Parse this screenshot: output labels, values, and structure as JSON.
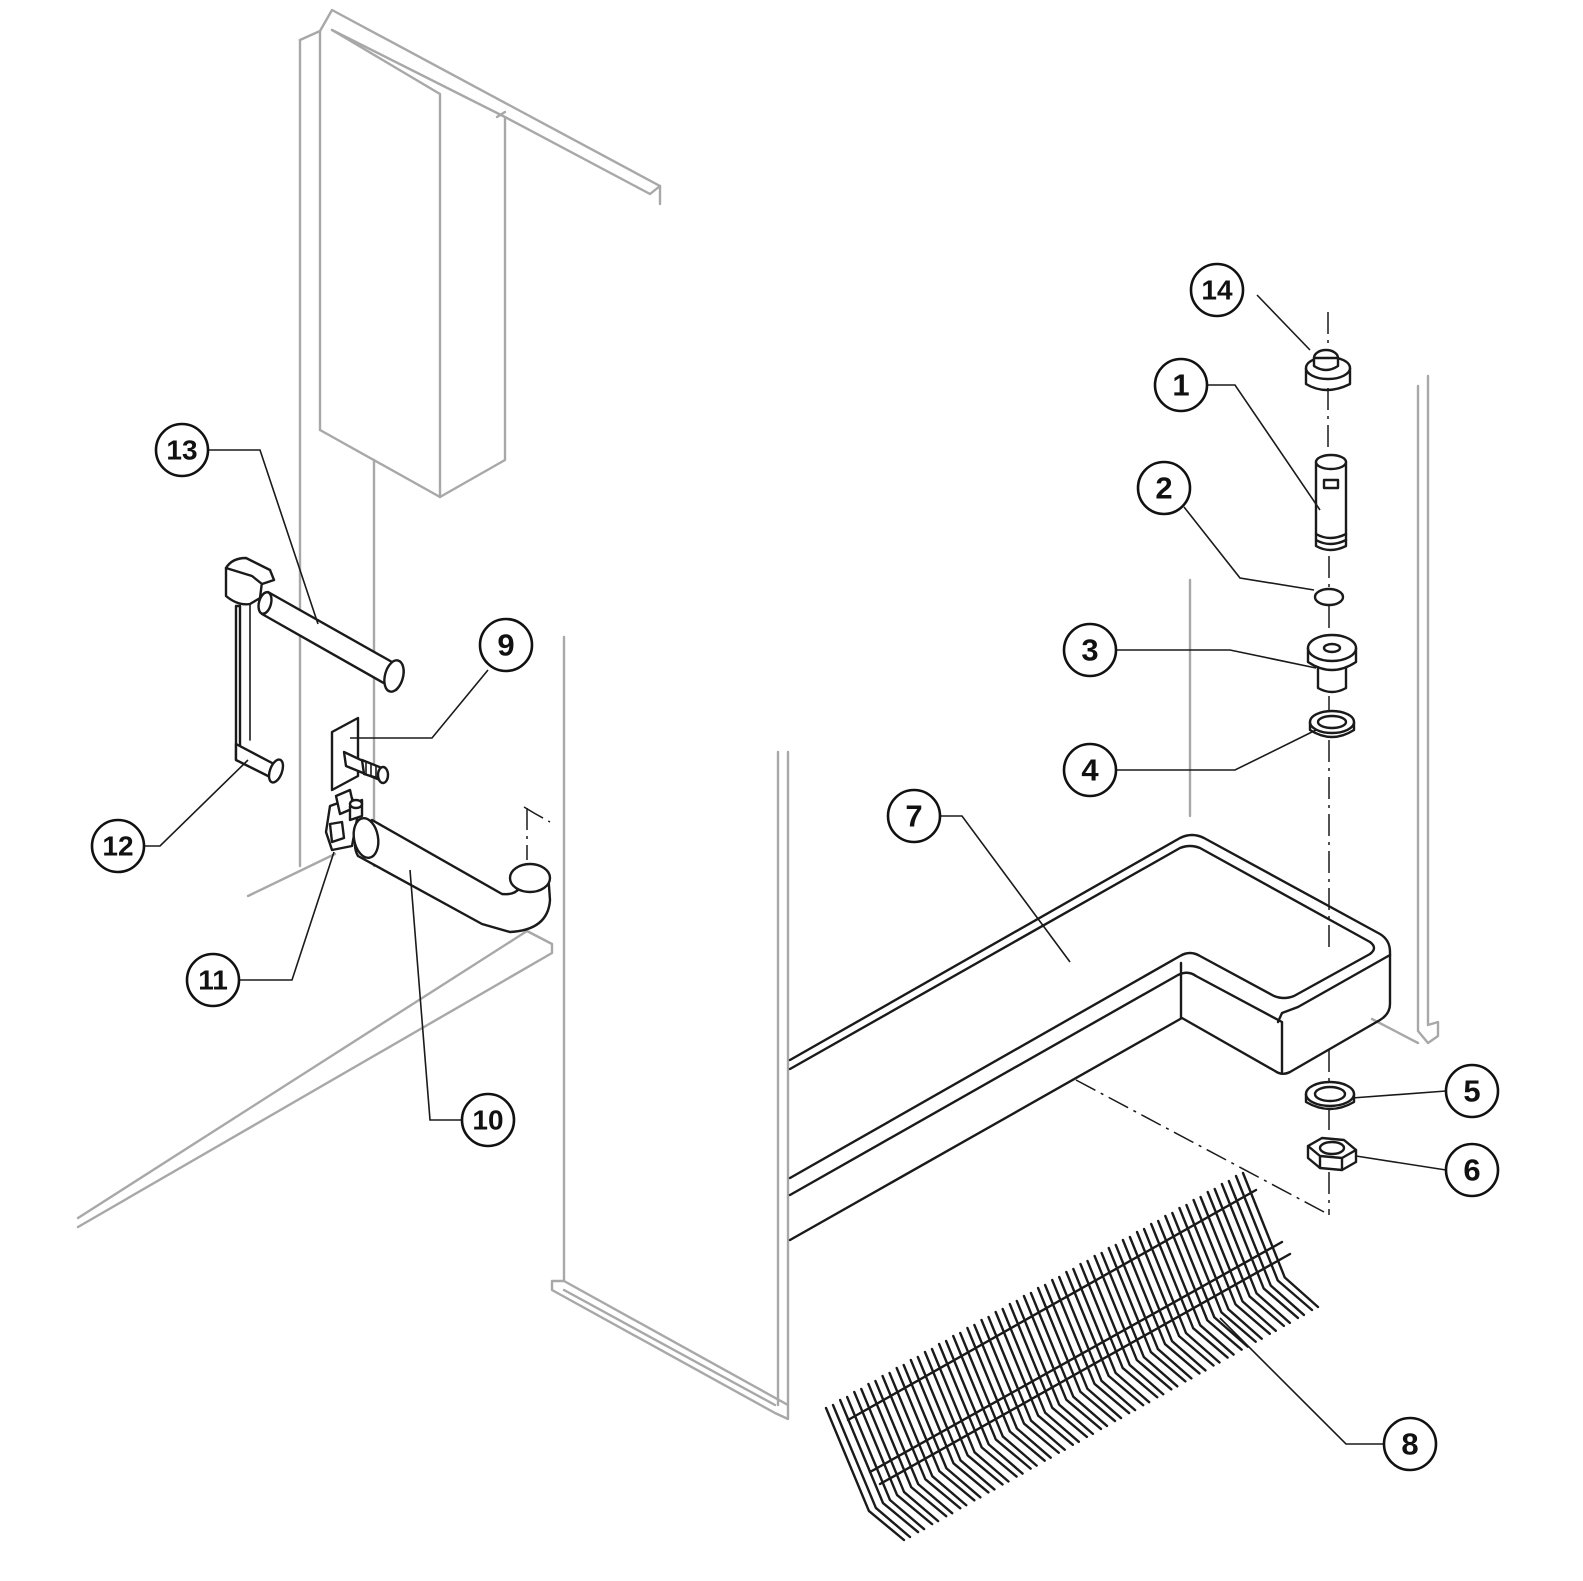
{
  "callouts": [
    {
      "id": "1",
      "label": "1"
    },
    {
      "id": "2",
      "label": "2"
    },
    {
      "id": "3",
      "label": "3"
    },
    {
      "id": "4",
      "label": "4"
    },
    {
      "id": "5",
      "label": "5"
    },
    {
      "id": "6",
      "label": "6"
    },
    {
      "id": "7",
      "label": "7"
    },
    {
      "id": "8",
      "label": "8"
    },
    {
      "id": "9",
      "label": "9"
    },
    {
      "id": "10",
      "label": "10"
    },
    {
      "id": "11",
      "label": "11"
    },
    {
      "id": "12",
      "label": "12"
    },
    {
      "id": "13",
      "label": "13"
    },
    {
      "id": "14",
      "label": "14"
    }
  ],
  "colors": {
    "cabinet_line": "#a8a8a8",
    "part_line": "#1a1a1a",
    "background": "#ffffff"
  }
}
